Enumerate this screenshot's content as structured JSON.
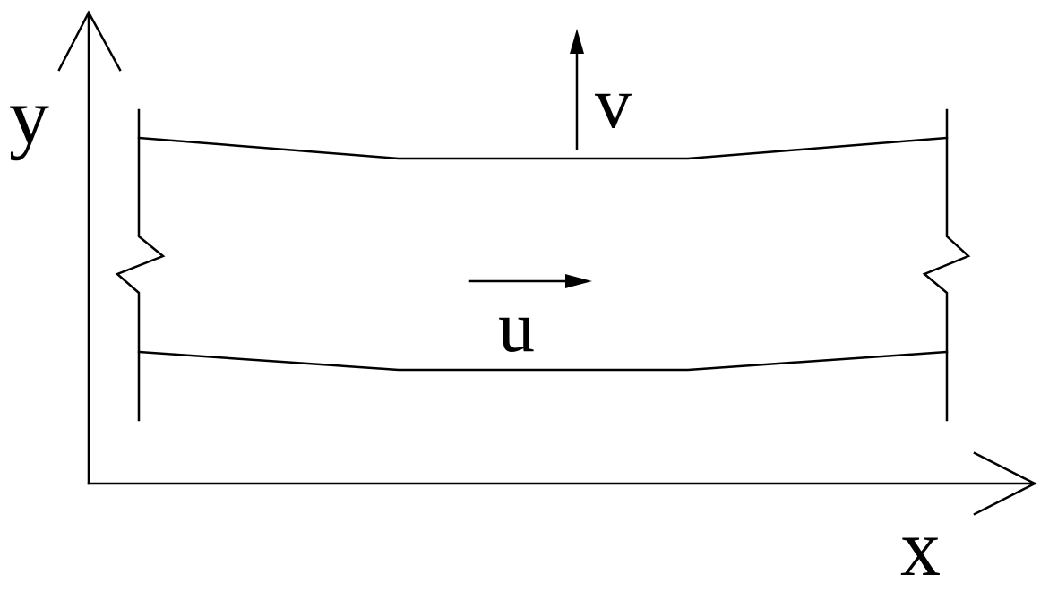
{
  "diagram": {
    "axis_labels": {
      "y": "y",
      "x": "x"
    },
    "vector_labels": {
      "vertical_velocity": "v",
      "horizontal_velocity": "u"
    },
    "colors": {
      "stroke": "#000000",
      "background": "#ffffff"
    }
  }
}
